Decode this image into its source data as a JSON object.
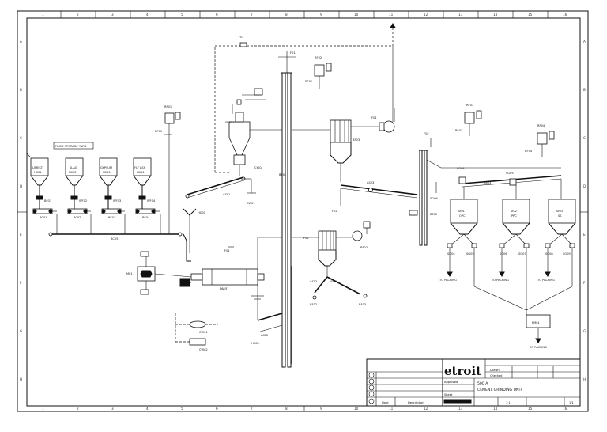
{
  "grid": {
    "columns": [
      "1",
      "2",
      "3",
      "4",
      "5",
      "6",
      "7",
      "8",
      "9",
      "10",
      "11",
      "12",
      "13",
      "14",
      "15",
      "16"
    ],
    "rows": [
      "A",
      "B",
      "C",
      "D",
      "E",
      "F",
      "G",
      "H"
    ]
  },
  "hoppers": [
    {
      "code": "LIMEST",
      "sub": "H001"
    },
    {
      "code": "SLAG",
      "sub": "H002"
    },
    {
      "code": "GYPSUM",
      "sub": "H003"
    },
    {
      "code": "FLY ASH",
      "sub": "H004"
    }
  ],
  "hopper_header": "FROM STORAGE YARD",
  "feeders": [
    "BF01",
    "WF02",
    "WF03",
    "WF04"
  ],
  "belts": [
    "BC01",
    "BC02",
    "BC03",
    "BC04"
  ],
  "equipment": {
    "mill": "BM01",
    "separator": "SEP01",
    "cyclone": "CY01",
    "bag_filter_top": "BF03",
    "bag_filter_mid": "BF02",
    "fan_top": "F01",
    "fan_mid": "F02",
    "elevator_left": "BE01",
    "elevator_right": "BE02",
    "air_slide_a": "AS01",
    "air_slide_b": "AS02",
    "air_slide_c": "AS03",
    "belt_main": "BC05",
    "motor": "M01",
    "hot_gas": "HG01",
    "cooling_a": "CW01",
    "cooling_b": "CW02",
    "packing_box": "PM01"
  },
  "silos": [
    {
      "code": "SI01",
      "sub": "OPC"
    },
    {
      "code": "SI02",
      "sub": "PPC"
    },
    {
      "code": "SI03",
      "sub": "SS"
    }
  ],
  "silo_valves": [
    "SG04",
    "SG05",
    "SG06",
    "SG07",
    "SG08",
    "SG09"
  ],
  "packing_label": "TO PACKING",
  "filter_tags": [
    "RF01",
    "RF02",
    "RF03",
    "RF04"
  ],
  "title_block": {
    "brand": "etroit",
    "drawing_no": "500 A",
    "title": "CEMENT GRINDING UNIT",
    "scale": "1:1",
    "sheet": "1/1",
    "rev_headers": [
      "Date",
      "Description"
    ],
    "rows": [
      "Drawn",
      "Checked",
      "Approved",
      "Sheet"
    ]
  }
}
